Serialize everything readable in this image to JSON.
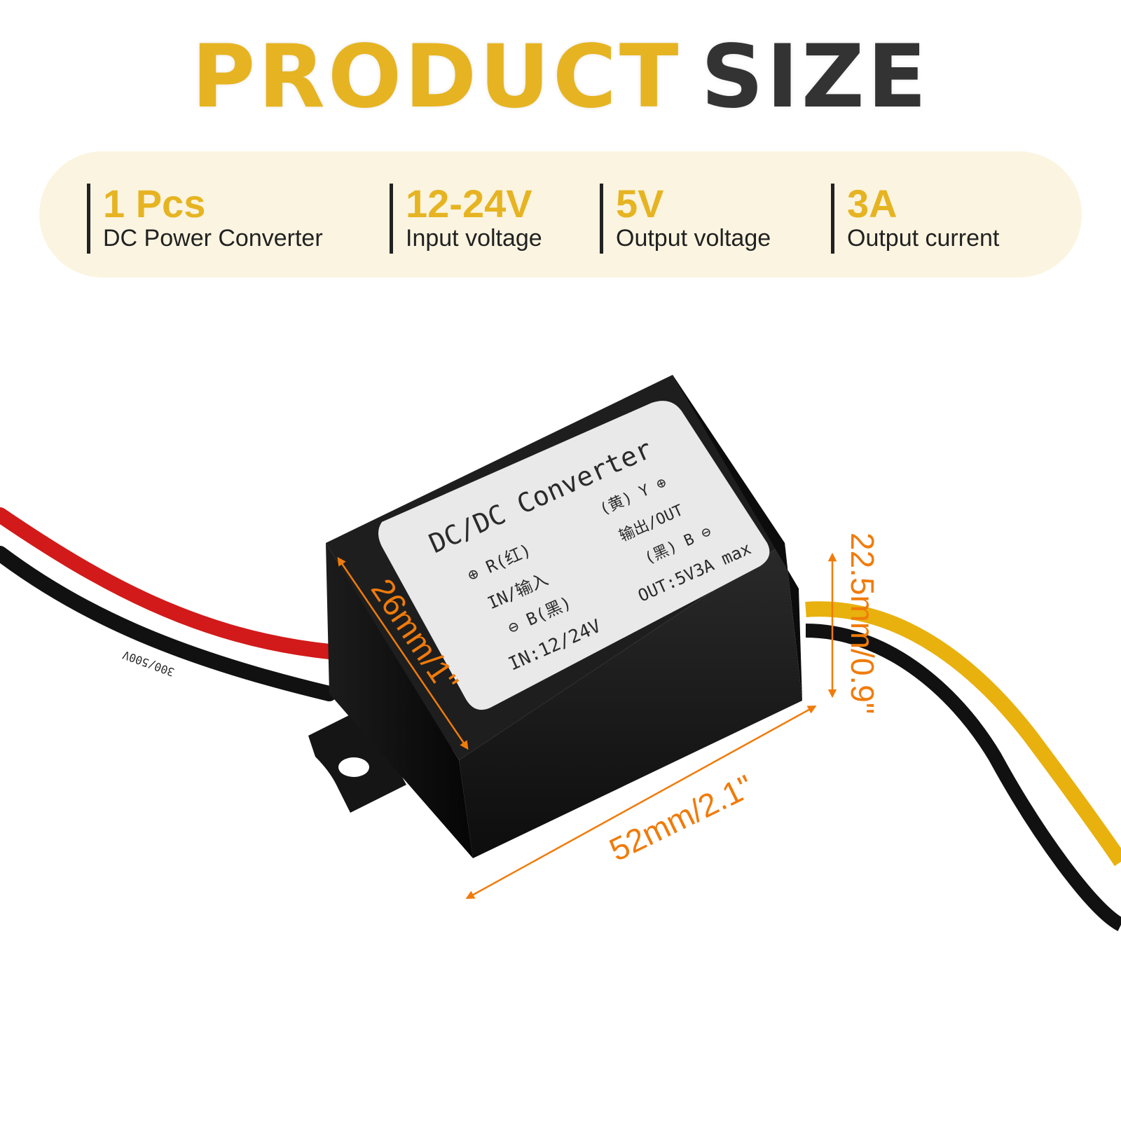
{
  "title": {
    "word1": "PRODUCT",
    "word2": "SIZE"
  },
  "specs": [
    {
      "value": "1 Pcs",
      "label": "DC Power Converter"
    },
    {
      "value": "12-24V",
      "label": "Input voltage"
    },
    {
      "value": "5V",
      "label": "Output voltage"
    },
    {
      "value": "3A",
      "label": "Output current"
    }
  ],
  "label_sticker": {
    "heading": "DC/DC Converter",
    "in_pos": "⊕ R(红)",
    "in_label": "IN/输入",
    "in_neg": "⊖ B(黑)",
    "in_voltage": "IN:12/24V",
    "out_pos": "(黄) Y ⊕",
    "out_label": "输出/OUT",
    "out_neg": "(黑) B ⊖",
    "out_rating": "OUT:5V3A max"
  },
  "wire_print": "300/500V",
  "dimensions": {
    "width": "26mm/1\"",
    "height": "22.5mm/0.9\"",
    "length": "52mm/2.1\""
  },
  "colors": {
    "accent": "#e6b422",
    "dark": "#333333",
    "dimension": "#f07b0a",
    "bar_bg": "#fbf4e0"
  }
}
